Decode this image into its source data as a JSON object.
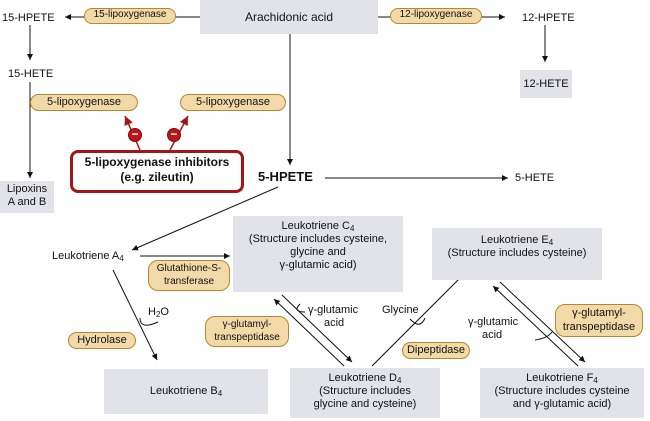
{
  "source": {
    "label": "Arachidonic acid"
  },
  "enzymes": {
    "lox15": "15-lipoxygenase",
    "lox12": "12-lipoxygenase",
    "lox5_left": "5-lipoxygenase",
    "lox5_right": "5-lipoxygenase",
    "glutathione_line1": "Glutathione-S-",
    "glutathione_line2": "transferase",
    "hydrolase": "Hydrolase",
    "ggt_mid_line1": "γ-glutamyl-",
    "ggt_mid_line2": "transpeptidase",
    "dipeptidase": "Dipeptidase",
    "ggt_right_line1": "γ-glutamyl-",
    "ggt_right_line2": "transpeptidase"
  },
  "inhibitor": {
    "line1": "5-lipoxygenase inhibitors",
    "line2": "(e.g. zileutin)",
    "minus": "−"
  },
  "nodes": {
    "hpete15": "15-HPETE",
    "hete15": "15-HETE",
    "lipoxins_line1": "Lipoxins",
    "lipoxins_line2": "A and B",
    "hpete12": "12-HPETE",
    "hete12": "12-HETE",
    "hpete5": "5-HPETE",
    "hete5": "5-HETE",
    "lta4": "Leukotriene A",
    "lta4_sub": "4",
    "ltb4": "Leukotriene B",
    "ltb4_sub": "4",
    "ltc4_title": "Leukotriene C",
    "ltc4_sub": "4",
    "ltc4_line2": "(Structure includes cysteine,",
    "ltc4_line3": "glycine and",
    "ltc4_line4": "γ-glutamic acid)",
    "ltd4_title": "Leukotriene D",
    "ltd4_sub": "4",
    "ltd4_line2": "(Structure includes",
    "ltd4_line3": "glycine and cysteine)",
    "lte4_title": "Leukotriene E",
    "lte4_sub": "4",
    "lte4_line2": "(Structure includes cysteine)",
    "ltf4_title": "Leukotriene F",
    "ltf4_sub": "4",
    "ltf4_line2": "(Structure includes cysteine",
    "ltf4_line3": "and γ-glutamic acid)"
  },
  "molecules": {
    "water": "H",
    "water_sub": "2",
    "water_o": "O",
    "gglut_mid_line1": "γ-glutamic",
    "gglut_mid_line2": "acid",
    "glycine": "Glycine",
    "gglut_right_line1": "γ-glutamic",
    "gglut_right_line2": "acid"
  },
  "colors": {
    "inhibitor_border": "#a01717",
    "pill_fill": "#f2d9a8",
    "box_fill": "#e2e3e8",
    "arrow": "#111111"
  }
}
